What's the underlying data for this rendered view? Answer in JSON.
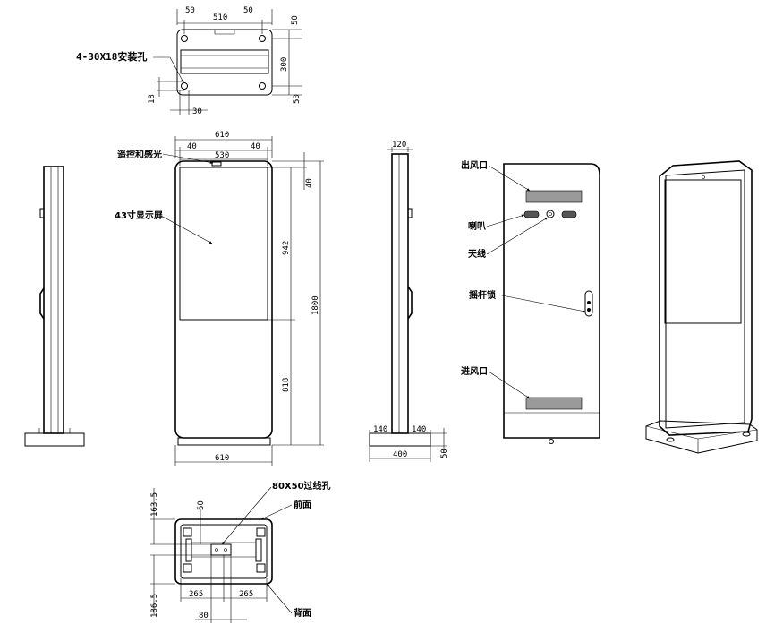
{
  "top_view": {
    "dim_left_margin": "50",
    "dim_hole_spacing": "510",
    "dim_right_margin": "50",
    "dim_top": "50",
    "dim_depth": "300",
    "dim_bottom": "50",
    "dim_side_18": "18",
    "dim_side_30": "30",
    "callout_mounting_holes": "4-30X18安装孔"
  },
  "front_view": {
    "dim_total_width": "610",
    "dim_left_border": "40",
    "dim_right_border": "40",
    "dim_screen_width": "530",
    "dim_top_border": "40",
    "dim_screen_height": "942",
    "dim_lower_section": "818",
    "dim_total_height": "1800",
    "dim_base_width": "610",
    "callout_remote_sensor": "遥控和感光",
    "callout_display": "43寸显示屏"
  },
  "side_view": {
    "dim_depth": "120",
    "dim_base_left": "140",
    "dim_base_right": "140",
    "dim_base_depth": "400",
    "dim_base_height": "50"
  },
  "back_view": {
    "callout_air_outlet": "出风口",
    "callout_speaker": "喇叭",
    "callout_antenna": "天线",
    "callout_lever_lock": "摇杆锁",
    "callout_air_inlet": "进风口"
  },
  "base_view": {
    "dim_front_offset": "163.5",
    "dim_slot": "50",
    "dim_back_offset": "186.5",
    "dim_left_span": "265",
    "dim_right_span": "265",
    "dim_cable_width": "80",
    "callout_cable_hole": "80X50过线孔",
    "callout_front": "前面",
    "callout_back": "背面"
  }
}
